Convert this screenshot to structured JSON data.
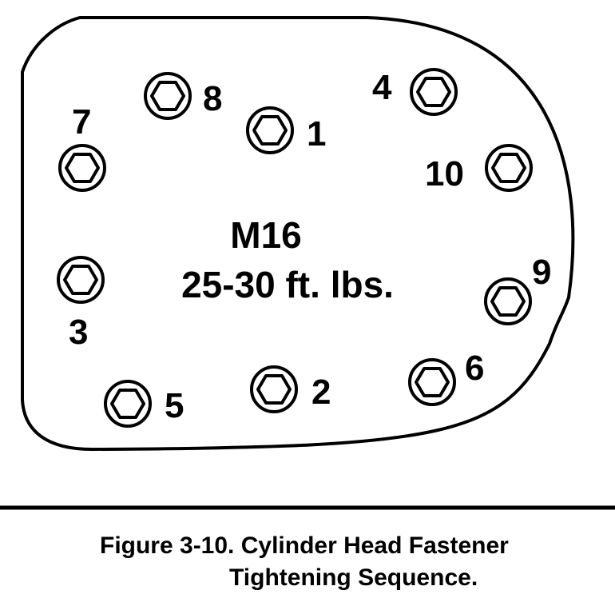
{
  "spec": {
    "size": "M16",
    "torque": "25-30 ft. lbs."
  },
  "bolts": [
    {
      "label": "8"
    },
    {
      "label": "4"
    },
    {
      "label": "7"
    },
    {
      "label": "1"
    },
    {
      "label": "10"
    },
    {
      "label": "9"
    },
    {
      "label": "3"
    },
    {
      "label": "6"
    },
    {
      "label": "5"
    },
    {
      "label": "2"
    }
  ],
  "caption": {
    "line1": "Figure 3-10. Cylinder Head Fastener",
    "line2": "Tightening Sequence."
  }
}
